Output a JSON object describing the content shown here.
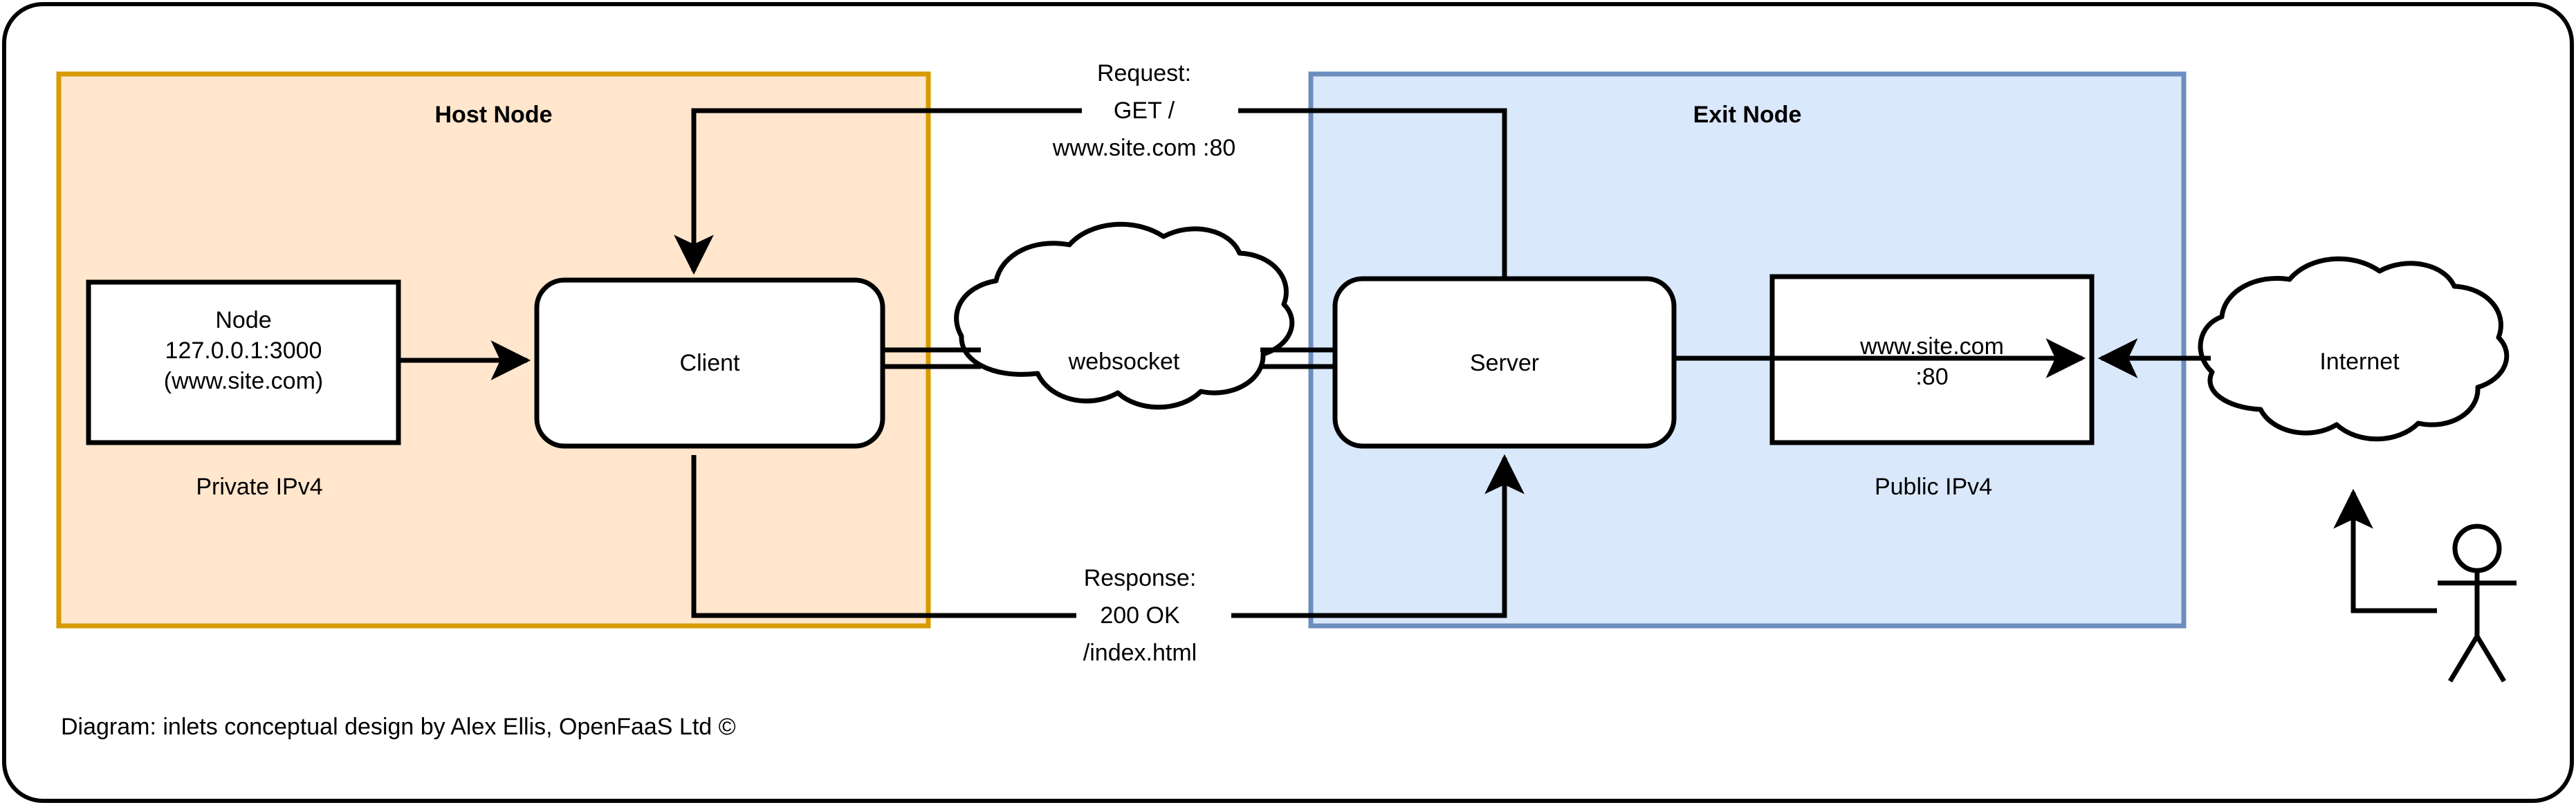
{
  "diagram": {
    "caption": "Diagram: inlets conceptual design by Alex Ellis, OpenFaaS Ltd ©",
    "colors": {
      "host_zone_fill": "#FFE6CC",
      "host_zone_stroke": "#D79B00",
      "exit_zone_fill": "#DAE8FC",
      "exit_zone_stroke": "#6C8EBF",
      "node_fill": "#FFFFFF",
      "stroke": "#000000"
    },
    "zones": [
      {
        "id": "host-node",
        "title": "Host Node",
        "subtitle": "Private IPv4",
        "fill": "#FFE6CC",
        "stroke": "#D79B00"
      },
      {
        "id": "exit-node",
        "title": "Exit Node",
        "subtitle": "Public IPv4",
        "fill": "#DAE8FC",
        "stroke": "#6C8EBF"
      }
    ],
    "nodes": [
      {
        "id": "node-box",
        "shape": "rect",
        "lines": [
          "Node",
          "127.0.0.1:3000",
          "(www.site.com)"
        ]
      },
      {
        "id": "client-box",
        "shape": "rounded-rect",
        "lines": [
          "Client"
        ]
      },
      {
        "id": "websocket-cloud",
        "shape": "cloud",
        "lines": [
          "websocket"
        ]
      },
      {
        "id": "server-box",
        "shape": "rounded-rect",
        "lines": [
          "Server"
        ]
      },
      {
        "id": "site-box",
        "shape": "rect",
        "lines": [
          "www.site.com",
          ":80"
        ]
      },
      {
        "id": "internet-cloud",
        "shape": "cloud",
        "lines": [
          "Internet"
        ]
      },
      {
        "id": "user-actor",
        "shape": "stick-figure",
        "lines": []
      }
    ],
    "edge_labels": {
      "request": [
        "Request:",
        "GET /",
        "www.site.com :80"
      ],
      "response": [
        "Response:",
        "200 OK",
        "/index.html"
      ]
    }
  }
}
